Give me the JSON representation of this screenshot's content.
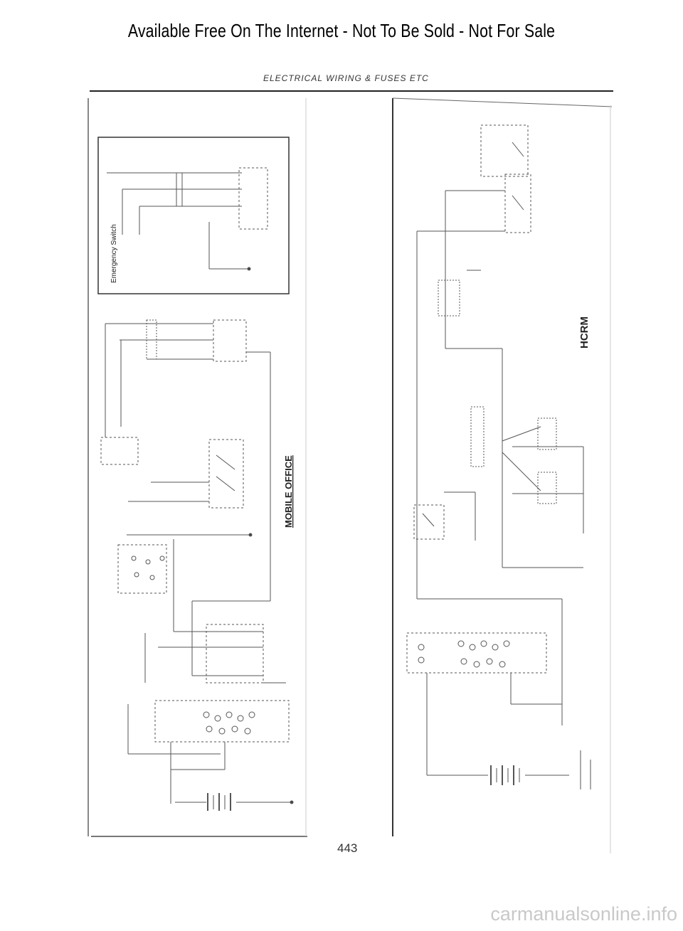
{
  "banner": {
    "text": "Available Free On The Internet - Not To Be Sold - Not For Sale"
  },
  "page": {
    "section_title": "ELECTRICAL WIRING & FUSES ETC",
    "number": "443"
  },
  "diagrams": {
    "left_top_label": "Emergency Switch",
    "left_mid_label": "MOBILE OFFICE",
    "right_main_label": "HCRM"
  },
  "watermark": {
    "text": "carmanualsonline.info"
  }
}
